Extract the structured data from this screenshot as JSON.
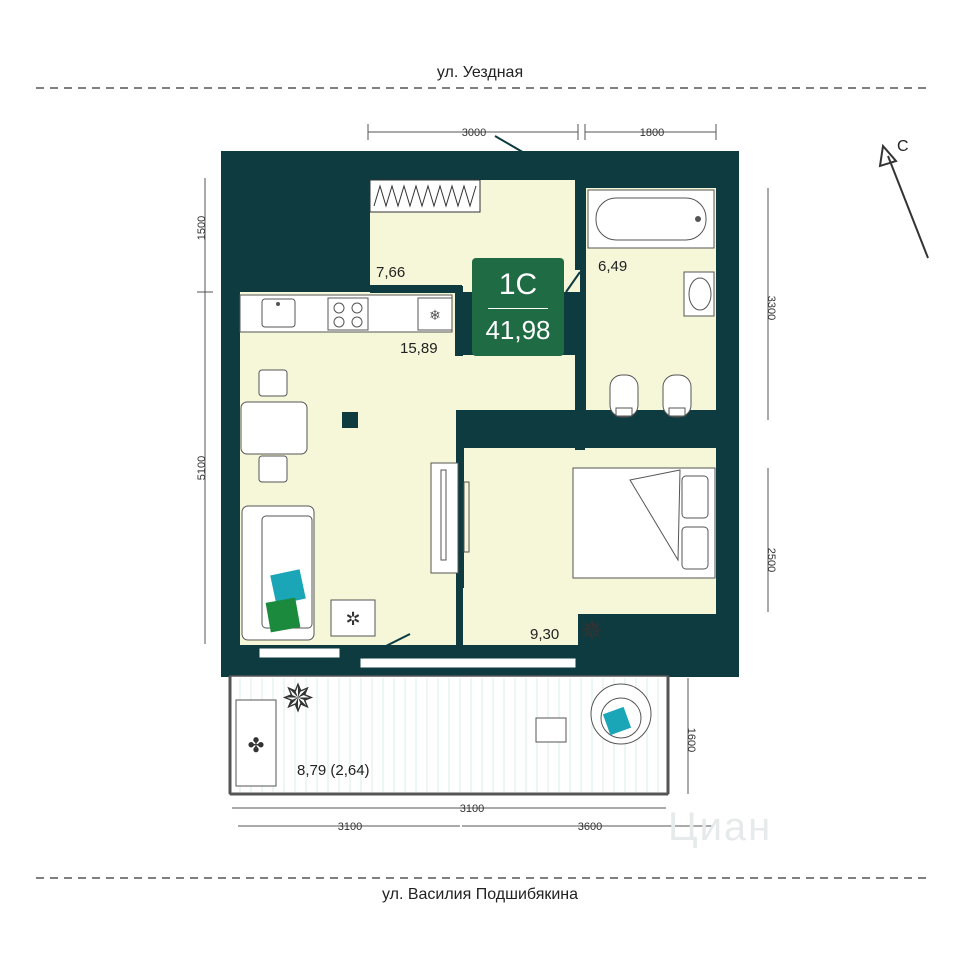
{
  "streets": {
    "top": "ул. Уездная",
    "bottom": "ул. Василия Подшибякина"
  },
  "compass": {
    "label": "С"
  },
  "badge": {
    "code": "1С",
    "total_area": "41,98"
  },
  "rooms": {
    "hallway": "7,66",
    "kitchen_living": "15,89",
    "bathroom": "6,49",
    "bedroom": "9,30",
    "balcony": "8,79 (2,64)"
  },
  "dimensions": {
    "top_left": "3000",
    "top_right": "1800",
    "left_upper": "1500",
    "left_lower": "5100",
    "right_upper": "3300",
    "right_lower": "2500",
    "balcony_side": "1600",
    "bottom_total": "3100",
    "bottom_left": "3100",
    "bottom_right": "3600"
  },
  "watermark": "Циан",
  "colors": {
    "wall": "#0d3b3f",
    "floor": "#f6f6d9",
    "badge": "#1f6b43",
    "accent_teal": "#1aa6b7",
    "accent_green": "#1c8a3c"
  }
}
